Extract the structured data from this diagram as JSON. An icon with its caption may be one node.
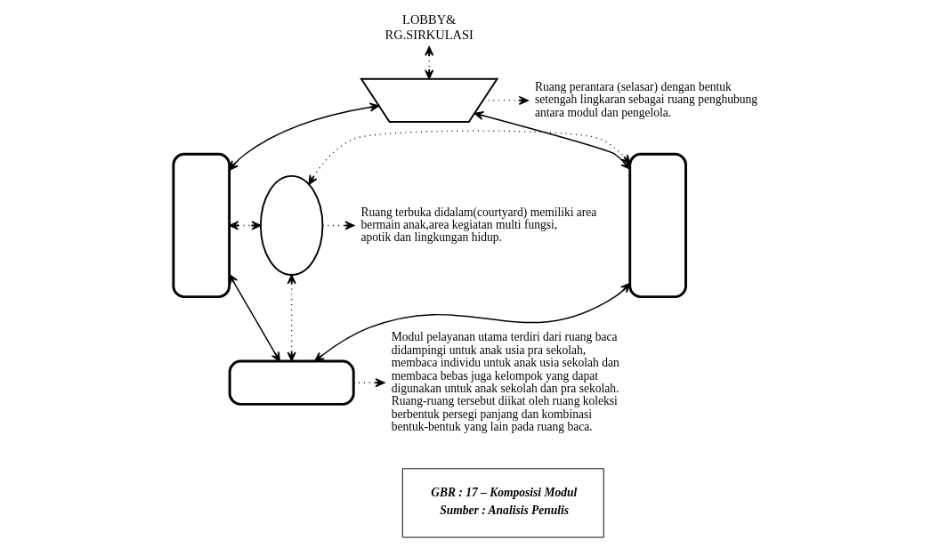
{
  "diagram": {
    "nodes": [
      {
        "text": [
          "LOBBY& RG.SIRKULASI"
        ]
      },
      {
        "text": [],
        "shape": "semicircle"
      },
      {
        "text": [],
        "shape": "box"
      },
      {
        "text": [],
        "shape": "ellipse"
      },
      {
        "text": [],
        "shape": "box"
      },
      {
        "text": [],
        "shape": "box"
      },
      {
        "text": [
          "Ruang perantara (selasar) dengan bentuk setengah lingkaran sebagai ruang penghubung antara modul dan pengelola."
        ]
      },
      {
        "text": [
          "Ruang terbuka didalam(courtyard) memiliki area bermain anak,area kegiatan multi fungsi, apotik dan lingkungan hidup."
        ]
      },
      {
        "text": [
          "Modul pelayanan utama terdiri dari ruang baca didampingi untuk anak usia pra sekolah, membaca individu untuk anak usia sekolah dan membaca bebas juga kelompok yang dapat digunakan untuk anak sekolah dan pra sekolah. Ruang-ruang tersebut diikat oleh ruang koleksi berbentuk persegi panjang dan kombinasi bentuk-bentuk yang lain pada ruang baca."
        ]
      },
      {
        "text": [
          "GBR : 17 – Komposisi Modul",
          "Sumber : Analisis Penulis"
        ]
      }
    ],
    "edges": [
      {
        "from": 0,
        "to": 1,
        "arrow": "both",
        "style": "dashed"
      },
      {
        "from": 1,
        "to": 2,
        "arrow": "both"
      },
      {
        "from": 1,
        "to": 4,
        "arrow": "both"
      },
      {
        "from": 2,
        "to": 3,
        "arrow": "both",
        "style": "dashed"
      },
      {
        "from": 3,
        "to": 4,
        "arrow": "both",
        "style": "dashed"
      },
      {
        "from": 3,
        "to": 5,
        "arrow": "both",
        "style": "dashed"
      },
      {
        "from": 2,
        "to": 5,
        "arrow": "both"
      },
      {
        "from": 4,
        "to": 5,
        "arrow": "both"
      },
      {
        "from": 1,
        "to": 6,
        "arrow": "to",
        "style": "dashed"
      },
      {
        "from": 3,
        "to": 7,
        "arrow": "to",
        "style": "dashed"
      },
      {
        "from": 5,
        "to": 8,
        "arrow": "to",
        "style": "dashed"
      }
    ]
  }
}
